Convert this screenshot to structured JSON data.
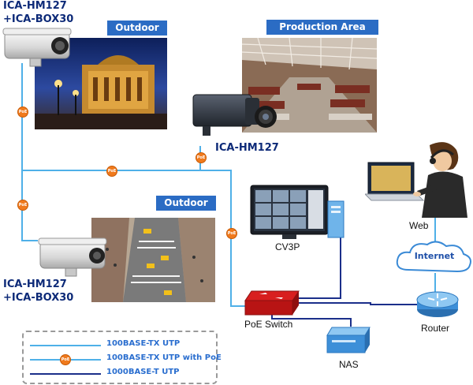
{
  "cameras": {
    "top_left": {
      "line1": "ICA-HM127",
      "line2": "+ICA-BOX30"
    },
    "middle": {
      "line1": "ICA-HM127"
    },
    "bottom_left": {
      "line1": "ICA-HM127",
      "line2": "+ICA-BOX30"
    }
  },
  "scene_tags": {
    "outdoor_top": "Outdoor",
    "production": "Production Area",
    "outdoor_bottom": "Outdoor"
  },
  "devices": {
    "nvr": "CV3P",
    "switch": "PoE Switch",
    "nas": "NAS",
    "router": "Router",
    "web": "Web",
    "internet": "Internet"
  },
  "legend": [
    {
      "label": "100BASE-TX UTP",
      "color": "#4fb0e8",
      "poe": false
    },
    {
      "label": "100BASE-TX UTP with PoE",
      "color": "#4fb0e8",
      "poe": true
    },
    {
      "label": "1000BASE-T UTP",
      "color": "#1b2f8a",
      "poe": false
    }
  ],
  "poe_marker": "PoE",
  "colors": {
    "utp100": "#4fb0e8",
    "utp1000": "#1b2f8a",
    "poe_dot": "#f07a1d",
    "tag_bg": "#2b6cc4",
    "label_text": "#0d2a78"
  }
}
